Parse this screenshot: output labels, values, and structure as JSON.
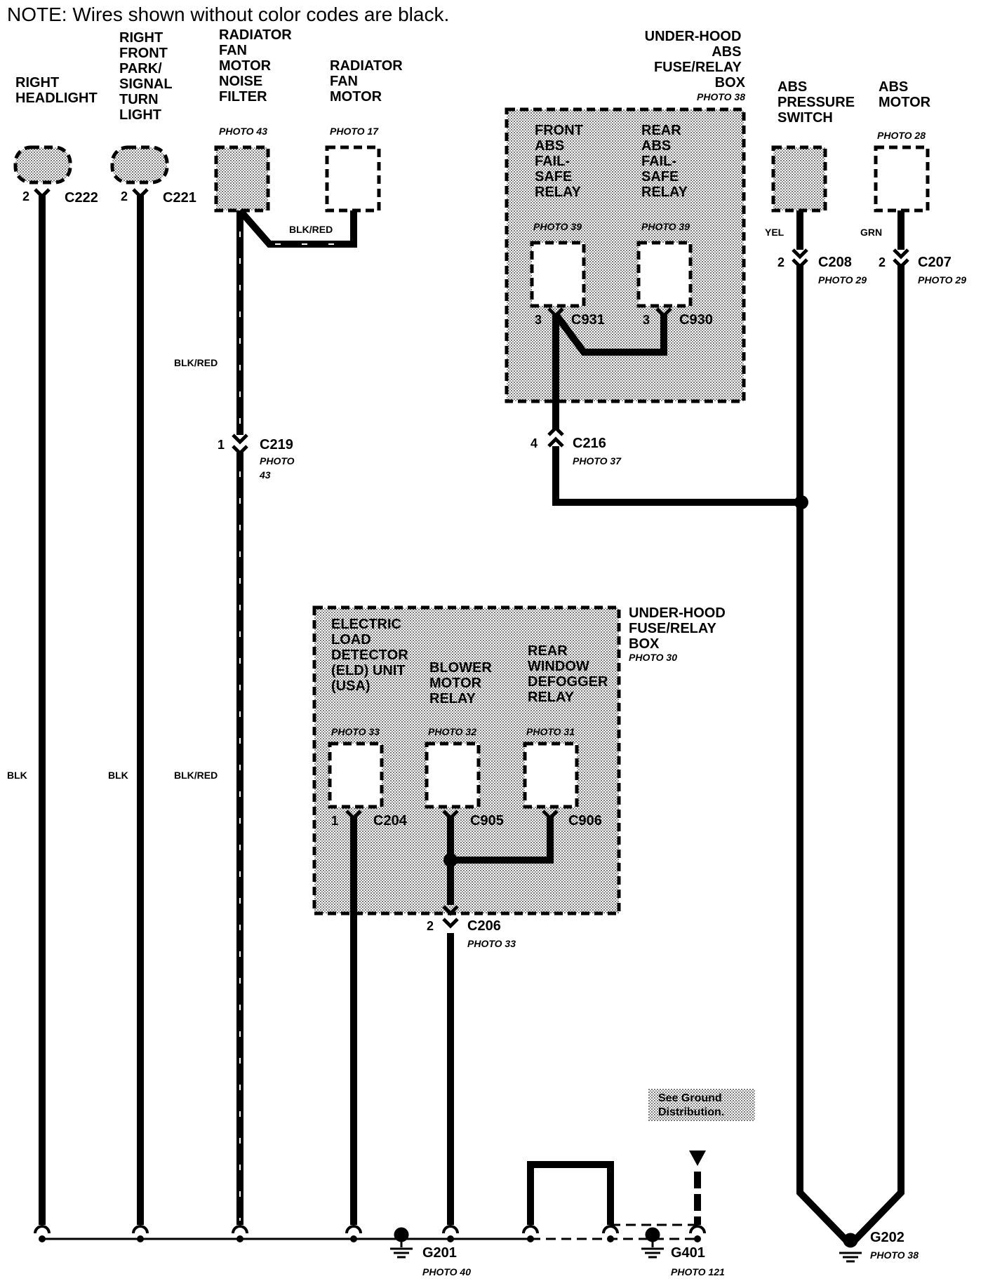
{
  "note": "NOTE: Wires shown without color codes are black.",
  "components": {
    "right_headlight": [
      "RIGHT",
      "HEADLIGHT"
    ],
    "right_front_turn": [
      "RIGHT",
      "FRONT",
      "PARK/",
      "SIGNAL",
      "TURN",
      "LIGHT"
    ],
    "noise_filter": [
      "RADIATOR",
      "FAN",
      "MOTOR",
      "NOISE",
      "FILTER"
    ],
    "noise_filter_photo": "PHOTO 43",
    "fan_motor": [
      "RADIATOR",
      "FAN",
      "MOTOR"
    ],
    "fan_motor_photo": "PHOTO 17",
    "abs_box": [
      "UNDER-HOOD",
      "ABS",
      "FUSE/RELAY",
      "BOX"
    ],
    "abs_box_photo": "PHOTO 38",
    "front_abs_relay": [
      "FRONT",
      "ABS",
      "FAIL-",
      "SAFE",
      "RELAY"
    ],
    "front_abs_relay_photo": "PHOTO 39",
    "rear_abs_relay": [
      "REAR",
      "ABS",
      "FAIL-",
      "SAFE",
      "RELAY"
    ],
    "rear_abs_relay_photo": "PHOTO 39",
    "abs_pressure_switch": [
      "ABS",
      "PRESSURE",
      "SWITCH"
    ],
    "abs_motor": [
      "ABS",
      "MOTOR"
    ],
    "abs_motor_photo": "PHOTO 28",
    "fuse_box": [
      "UNDER-HOOD",
      "FUSE/RELAY",
      "BOX"
    ],
    "fuse_box_photo": "PHOTO 30",
    "eld": [
      "ELECTRIC",
      "LOAD",
      "DETECTOR",
      "(ELD) UNIT",
      "(USA)"
    ],
    "eld_photo": "PHOTO 33",
    "blower_relay": [
      "BLOWER",
      "MOTOR",
      "RELAY"
    ],
    "blower_relay_photo": "PHOTO 32",
    "defogger_relay": [
      "REAR",
      "WINDOW",
      "DEFOGGER",
      "RELAY"
    ],
    "defogger_relay_photo": "PHOTO 31"
  },
  "connectors": {
    "c222": {
      "name": "C222",
      "pin": "2"
    },
    "c221": {
      "name": "C221",
      "pin": "2"
    },
    "c219": {
      "name": "C219",
      "pin": "1",
      "photo": [
        "PHOTO",
        "43"
      ]
    },
    "c931": {
      "name": "C931",
      "pin": "3"
    },
    "c930": {
      "name": "C930",
      "pin": "3"
    },
    "c216": {
      "name": "C216",
      "pin": "4",
      "photo": "PHOTO 37"
    },
    "c208": {
      "name": "C208",
      "pin": "2",
      "photo": "PHOTO 29"
    },
    "c207": {
      "name": "C207",
      "pin": "2",
      "photo": "PHOTO 29"
    },
    "c204": {
      "name": "C204",
      "pin": "1"
    },
    "c905": {
      "name": "C905"
    },
    "c906": {
      "name": "C906"
    },
    "c206": {
      "name": "C206",
      "pin": "2",
      "photo": "PHOTO 33"
    }
  },
  "wires": {
    "blk": "BLK",
    "blk_red": "BLK/RED",
    "yel": "YEL",
    "grn": "GRN"
  },
  "grounds": {
    "g201": {
      "name": "G201",
      "photo": "PHOTO 40"
    },
    "g401": {
      "name": "G401",
      "photo": "PHOTO 121"
    },
    "g202": {
      "name": "G202",
      "photo": "PHOTO 38"
    }
  },
  "see_ground": [
    "See Ground",
    "Distribution."
  ],
  "colors": {
    "ink": "#000000",
    "box_fill": "#c8c8c8",
    "note_fill": "#cfcfcf"
  }
}
